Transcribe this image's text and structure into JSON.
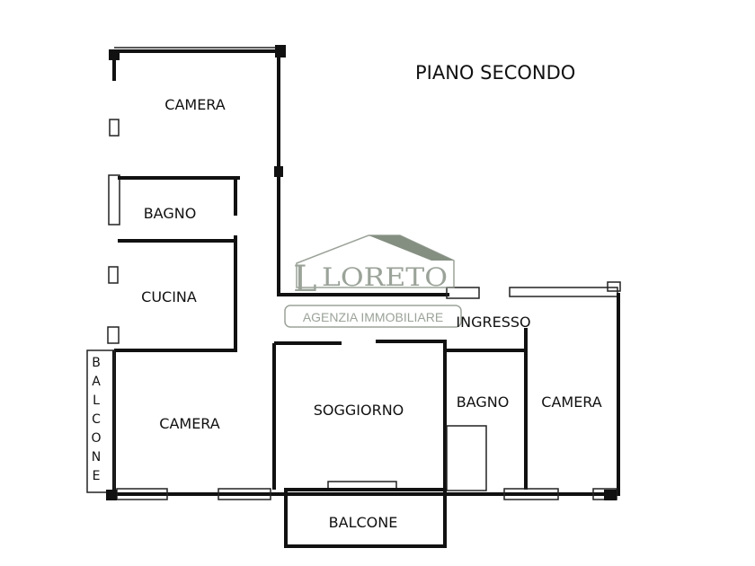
{
  "title": "PIANO SECONDO",
  "rooms": {
    "camera_top": "CAMERA",
    "bagno_left": "BAGNO",
    "cucina": "CUCINA",
    "camera_left": "CAMERA",
    "soggiorno": "SOGGIORNO",
    "ingresso": "INGRESSO",
    "bagno_right": "BAGNO",
    "camera_right": "CAMERA",
    "balcone_bottom": "BALCONE",
    "balcone_left": [
      "B",
      "A",
      "L",
      "C",
      "O",
      "N",
      "E"
    ]
  },
  "watermark": {
    "brand": "LORETO",
    "subtitle": "AGENZIA IMMOBILIARE"
  },
  "colors": {
    "logo": "#8a9488",
    "logo_roof": "#6f7c6c"
  }
}
